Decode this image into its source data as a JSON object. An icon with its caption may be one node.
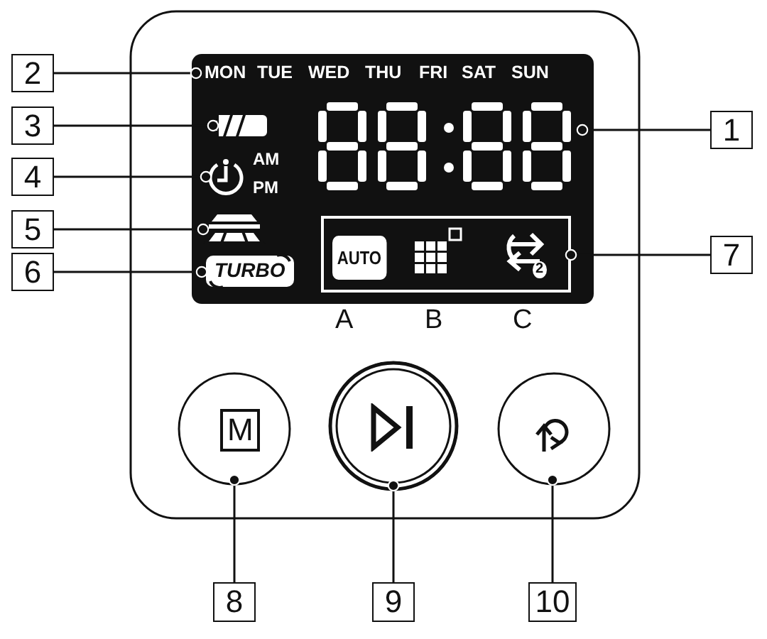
{
  "diagram": {
    "nodes": [
      {
        "text": [
          "1"
        ]
      },
      {
        "text": [
          "2"
        ]
      },
      {
        "text": [
          "3"
        ]
      },
      {
        "text": [
          "4"
        ]
      },
      {
        "text": [
          "5"
        ]
      },
      {
        "text": [
          "6"
        ]
      },
      {
        "text": [
          "7"
        ]
      },
      {
        "text": [
          "8"
        ]
      },
      {
        "text": [
          "9"
        ]
      },
      {
        "text": [
          "10"
        ]
      },
      {
        "text": [],
        "shape": "picture"
      },
      {
        "text": [],
        "shape": "box"
      },
      {
        "text": [],
        "shape": "circle"
      },
      {
        "text": [],
        "shape": "box"
      },
      {
        "text": [],
        "shape": "box"
      },
      {
        "text": [],
        "shape": "box"
      },
      {
        "text": [],
        "shape": "circle"
      },
      {
        "text": [],
        "shape": "circle"
      },
      {
        "text": [],
        "shape": "circle"
      },
      {
        "text": [
          "MON"
        ]
      }
    ],
    "edges": [
      {
        "from": 0,
        "to": 10,
        "arrow": "other"
      },
      {
        "from": 1,
        "to": 19,
        "arrow": "other"
      },
      {
        "from": 2,
        "to": 11,
        "arrow": "other"
      },
      {
        "from": 3,
        "to": 12,
        "arrow": "other"
      },
      {
        "from": 4,
        "to": 13,
        "arrow": "other"
      },
      {
        "from": 5,
        "to": 14,
        "arrow": "other"
      },
      {
        "from": 6,
        "to": 15,
        "arrow": "other"
      },
      {
        "from": 7,
        "to": 16,
        "arrow": "other"
      },
      {
        "from": 8,
        "to": 17,
        "arrow": "other"
      },
      {
        "from": 9,
        "to": 18,
        "arrow": "other"
      }
    ],
    "labels": [
      "TUE",
      "WED",
      "THU",
      "FRI",
      "SAT",
      "SUN",
      "AM",
      "PM",
      "TURBO",
      "AUTO",
      "2",
      "A",
      "B",
      "C",
      "M"
    ]
  }
}
